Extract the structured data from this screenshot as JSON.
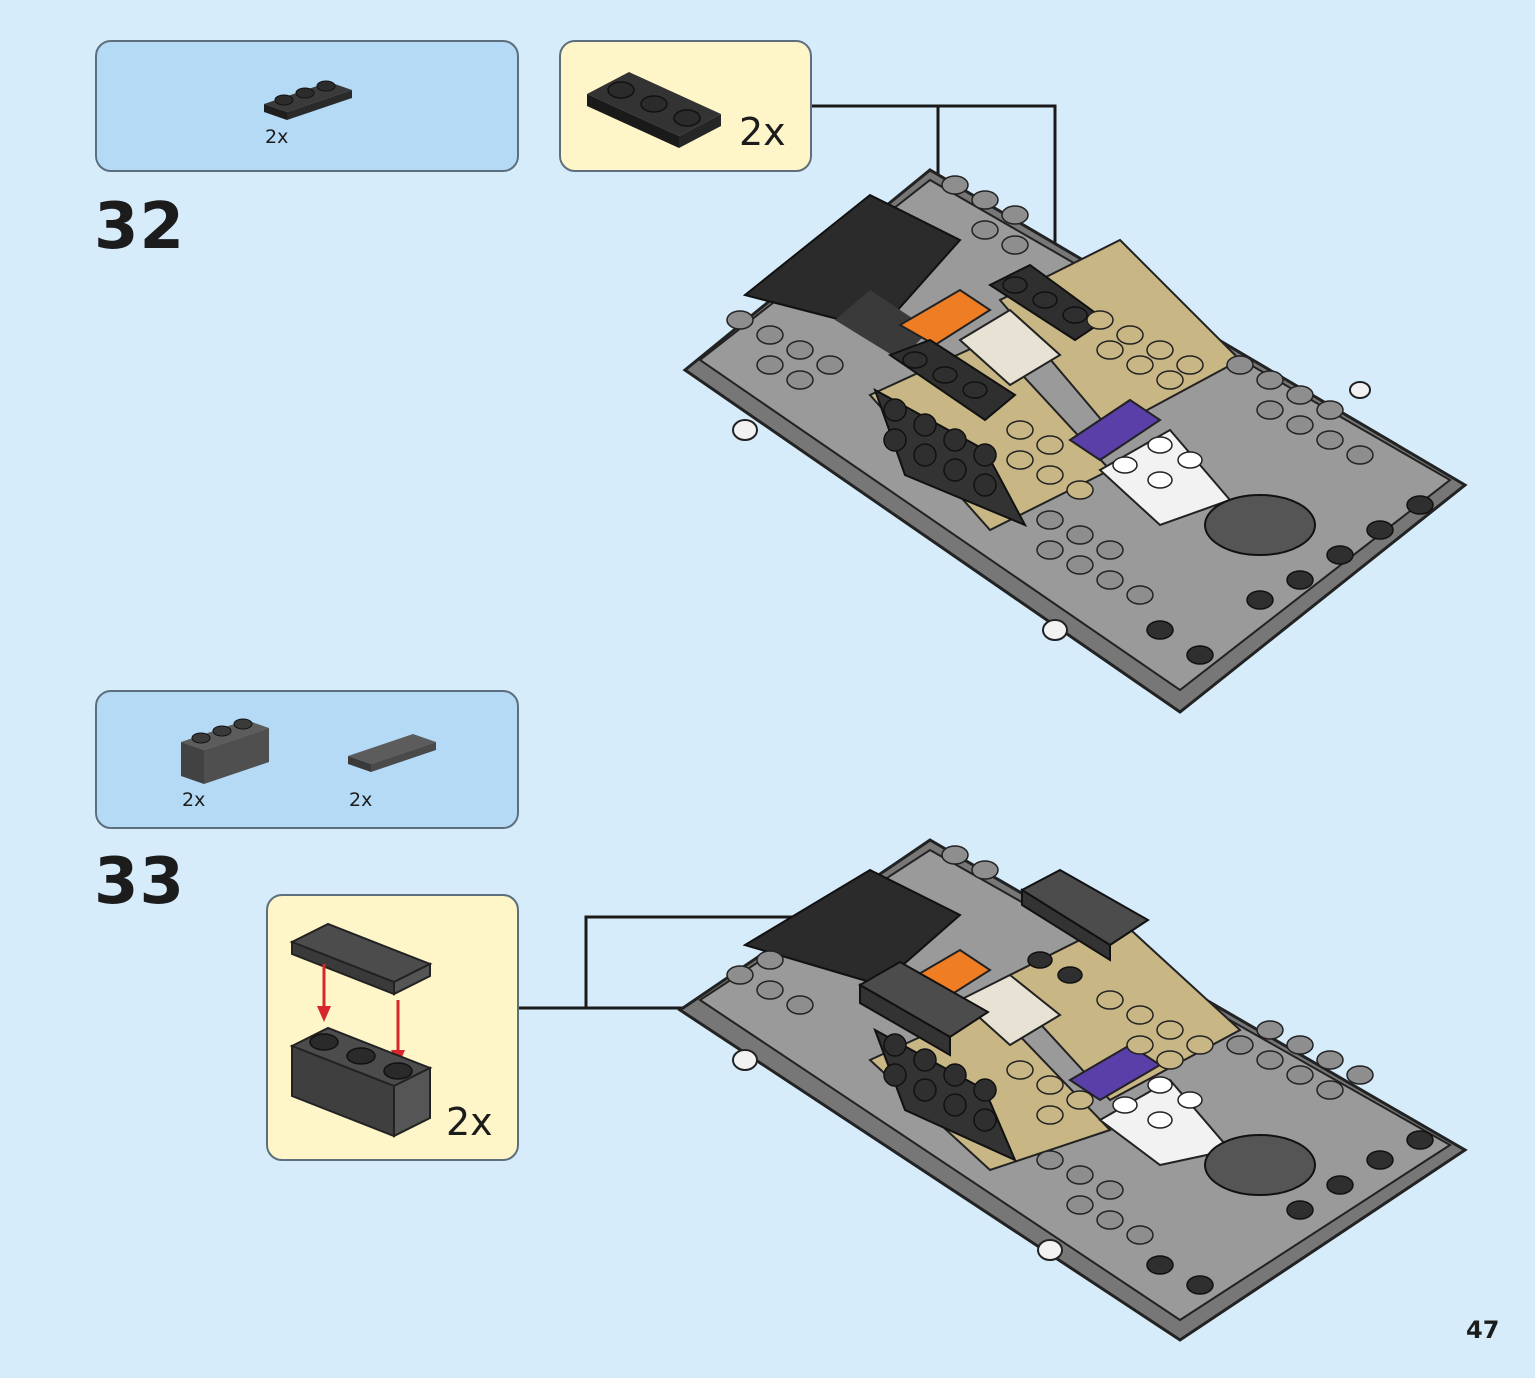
{
  "page": {
    "number": "47"
  },
  "steps": [
    {
      "number": "32",
      "parts": [
        {
          "name": "black 1x3 plate",
          "qty": "2x"
        }
      ],
      "callout": {
        "qty": "2x"
      }
    },
    {
      "number": "33",
      "parts": [
        {
          "name": "dark grey 1x3 brick",
          "qty": "2x"
        },
        {
          "name": "dark grey 1x3 tile",
          "qty": "2x"
        }
      ],
      "callout": {
        "qty": "2x"
      }
    }
  ],
  "colors": {
    "background": "#d6ecfb",
    "parts_box": "#b5daf6",
    "callout_box": "#fef5c8",
    "arrow_red": "#d8262c"
  }
}
